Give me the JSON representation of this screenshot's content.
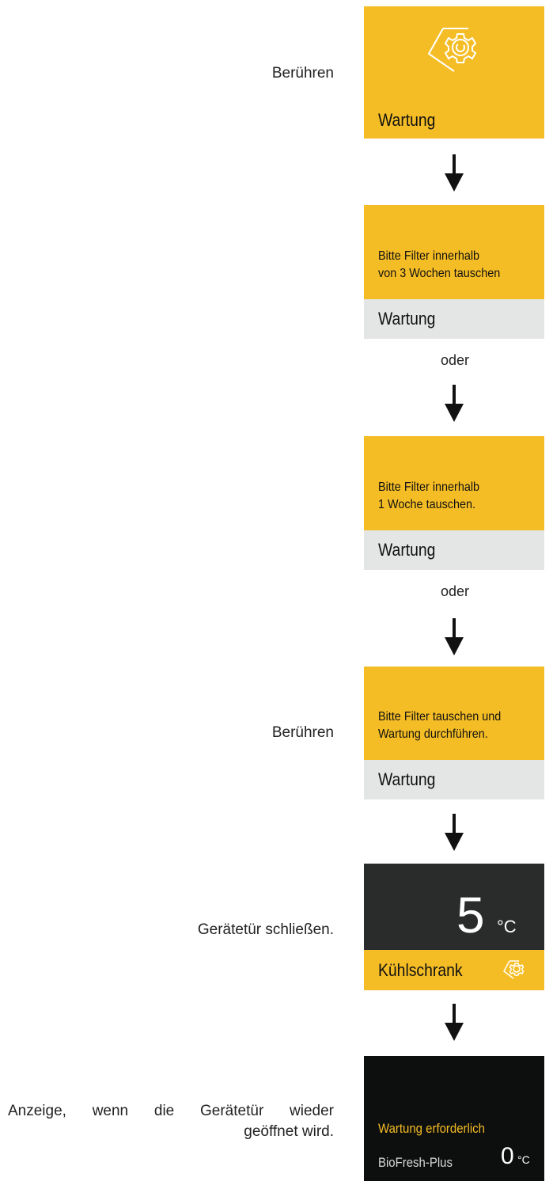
{
  "steps": {
    "touch_1": "Berühren",
    "touch_2": "Berühren",
    "close_door": "Gerätetür schließen.",
    "reopen_line1": "Anzeige, wenn die Gerätetür wieder",
    "reopen_line2": "geöffnet wird."
  },
  "panel_1": {
    "title": "Wartung",
    "icon": "maintenance-gear-icon"
  },
  "panel_2": {
    "message_line1": "Bitte Filter innerhalb",
    "message_line2": "von 3 Wochen tauschen",
    "title": "Wartung"
  },
  "panel_3": {
    "message_line1": "Bitte Filter innerhalb",
    "message_line2": "1 Woche tauschen.",
    "title": "Wartung"
  },
  "panel_4": {
    "message_line1": "Bitte Filter tauschen und",
    "message_line2": "Wartung durchführen.",
    "title": "Wartung"
  },
  "panel_5": {
    "temperature": "5",
    "unit": "°C",
    "title": "Kühlschrank",
    "icon": "maintenance-gear-icon"
  },
  "panel_6": {
    "alert": "Wartung erforderlich",
    "zone": "BioFresh-Plus",
    "temperature": "0",
    "unit": "°C"
  },
  "oder_1": "oder",
  "oder_2": "oder",
  "colors": {
    "yellow": "#f5bd25",
    "grey": "#e3e6e4",
    "dark": "#2a2b2b",
    "black": "#0d0e0e"
  }
}
